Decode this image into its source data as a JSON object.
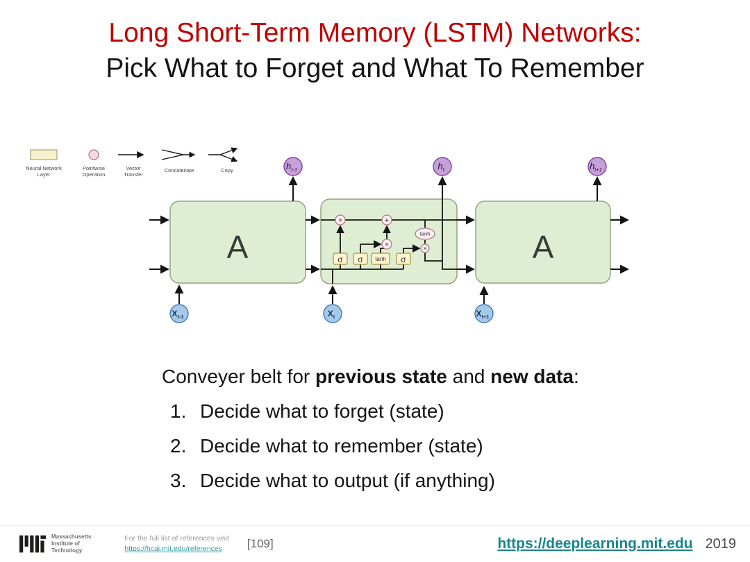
{
  "title": {
    "line1": "Long Short-Term Memory (LSTM) Networks:",
    "line2": "Pick What to Forget and What To Remember"
  },
  "colors": {
    "title_red": "#c00000",
    "link_teal": "#17868a",
    "block_green_fill": "#dfeed2",
    "hidden_node_purple": "#c79fd9",
    "input_node_blue": "#a6c9e8",
    "gate_yellow": "#fdf4cf",
    "pointwise_pink": "#faeef0"
  },
  "legend": {
    "items": [
      {
        "line1": "Neural Network",
        "line2": "Layer"
      },
      {
        "line1": "Pointwise",
        "line2": "Operation"
      },
      {
        "line1": "Vector",
        "line2": "Transfer"
      },
      {
        "line1": "Concatenate",
        "line2": ""
      },
      {
        "line1": "Copy",
        "line2": ""
      }
    ]
  },
  "diagram": {
    "block_left_label": "A",
    "block_right_label": "A",
    "gates": [
      "σ",
      "σ",
      "tanh",
      "σ"
    ],
    "ops": {
      "forget_mul": "×",
      "cell_add": "+",
      "input_mul": "×",
      "output_tanh": "tanh",
      "output_mul": "×"
    },
    "top_nodes": [
      {
        "base": "h",
        "sub": "t-1"
      },
      {
        "base": "h",
        "sub": "t"
      },
      {
        "base": "h",
        "sub": "t+1"
      }
    ],
    "bottom_nodes": [
      {
        "base": "X",
        "sub": "t-1"
      },
      {
        "base": "X",
        "sub": "t"
      },
      {
        "base": "X",
        "sub": "t+1"
      }
    ]
  },
  "body": {
    "lead_text_1": "Conveyer belt for ",
    "lead_bold_1": "previous state",
    "lead_text_2": " and ",
    "lead_bold_2": "new data",
    "lead_text_3": ":",
    "list": [
      {
        "num": "1.",
        "text": "Decide what to forget (state)"
      },
      {
        "num": "2.",
        "text": "Decide what to remember (state)"
      },
      {
        "num": "3.",
        "text": "Decide what to output (if anything)"
      }
    ]
  },
  "footer": {
    "institution": [
      "Massachusetts",
      "Institute of",
      "Technology"
    ],
    "references_label": "For the full list of references visit",
    "references_link": "https://hcai.mit.edu/references",
    "page_number": "[109]",
    "site_link": "https://deeplearning.mit.edu",
    "year": "2019"
  }
}
